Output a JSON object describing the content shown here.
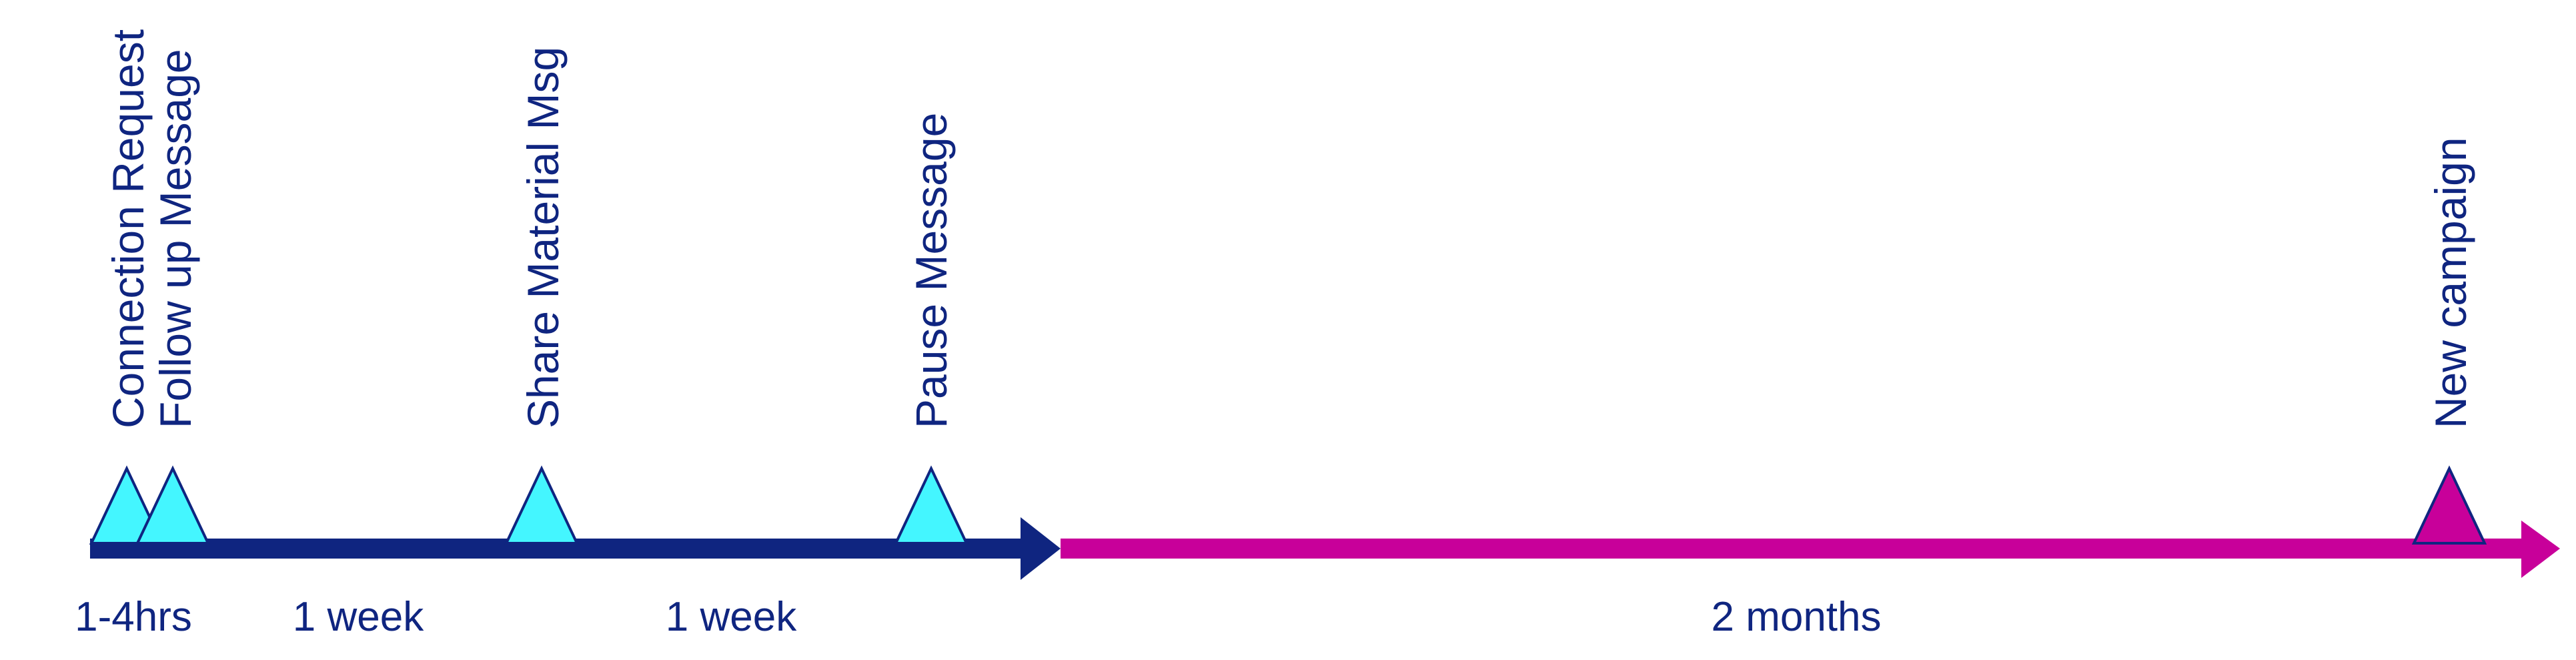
{
  "colors": {
    "primary": "#0F2580",
    "accent": "#C8009A",
    "marker_fill": "#44F6FF",
    "accent_marker_fill": "#C8009A"
  },
  "events": [
    {
      "label": "Connection Request",
      "phase": "primary"
    },
    {
      "label": "Follow up Message",
      "phase": "primary"
    },
    {
      "label": "Share Material Msg",
      "phase": "primary"
    },
    {
      "label": "Pause Message",
      "phase": "primary"
    },
    {
      "label": "New campaign",
      "phase": "accent"
    }
  ],
  "durations": [
    {
      "label": "1-4hrs"
    },
    {
      "label": "1 week"
    },
    {
      "label": "1 week"
    },
    {
      "label": "2 months"
    }
  ]
}
